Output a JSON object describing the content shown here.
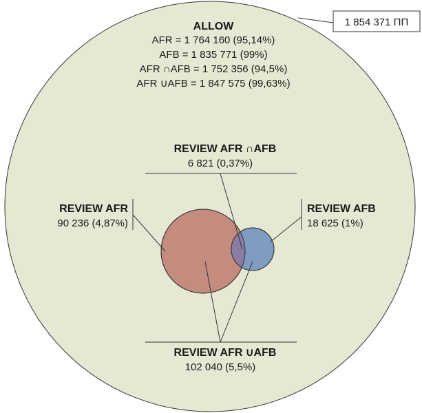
{
  "total_box": {
    "label": "1 854 371 ПП"
  },
  "allow": {
    "title": "ALLOW",
    "lines": [
      "AFR = 1 764 160 (95,14%)",
      "AFB = 1 835 771 (99%)",
      "AFR ∩AFB = 1 752 356 (94,5%)",
      "AFR ∪AFB = 1 847 575 (99,63%)"
    ]
  },
  "review_intersection": {
    "title": "REVIEW AFR ∩AFB",
    "value": "6 821 (0,37%)"
  },
  "review_afr": {
    "title": "REVIEW AFR",
    "value": "90 236 (4,87%)"
  },
  "review_afb": {
    "title": "REVIEW AFB",
    "value": "18 625 (1%)"
  },
  "review_union": {
    "title": "REVIEW AFR ∪AFB",
    "value": "102 040 (5,5%)"
  },
  "colors": {
    "allow_fill": "#e7e8d3",
    "afr_fill": "#c48b7f",
    "afb_fill": "#7f9cc3",
    "overlap_fill": "#8a7ca2",
    "stroke": "#333333"
  }
}
